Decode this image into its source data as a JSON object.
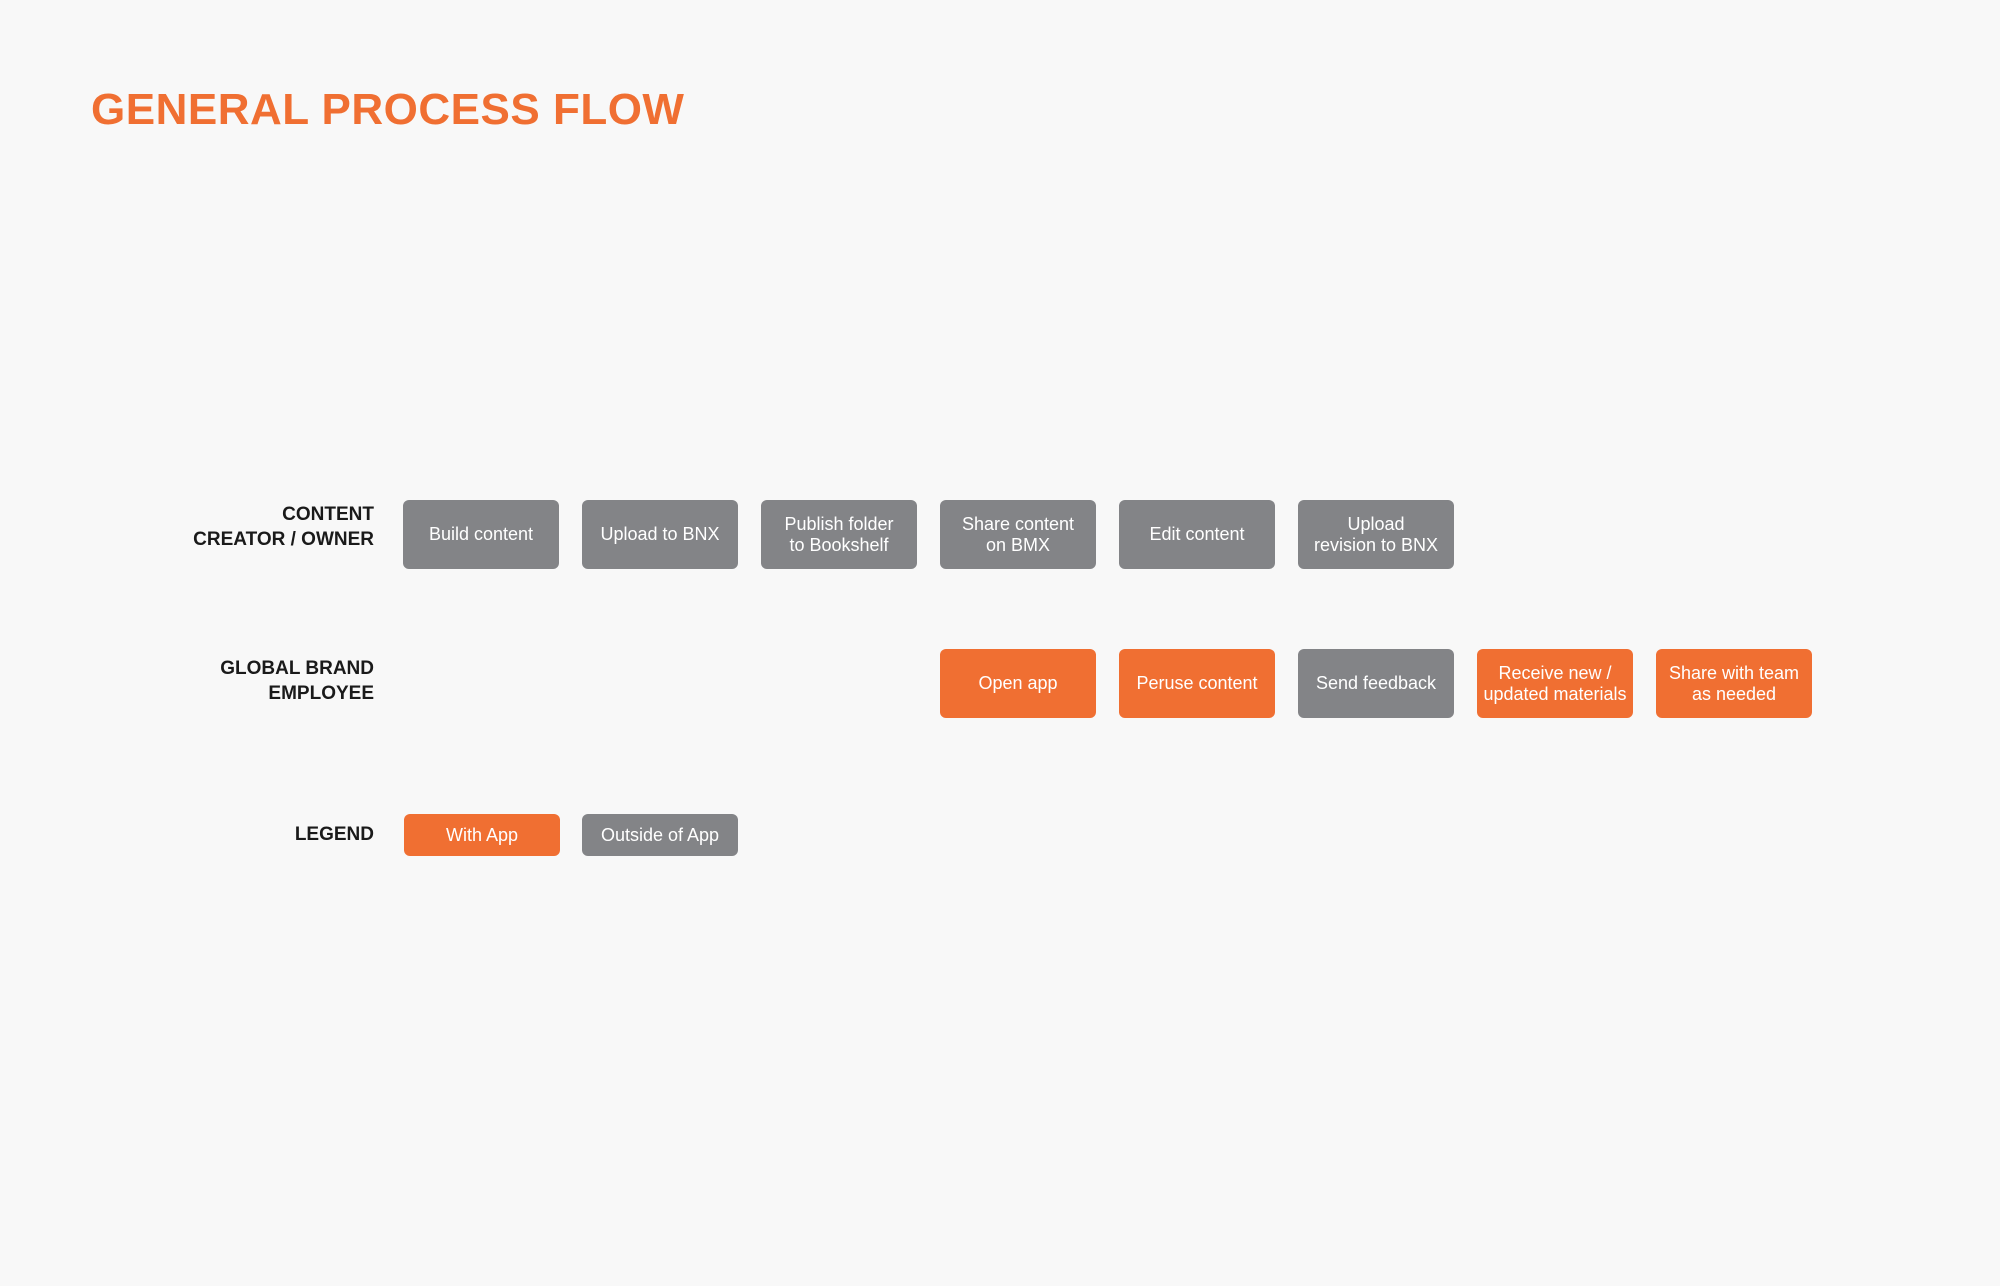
{
  "title": "GENERAL PROCESS FLOW",
  "colors": {
    "accent": "#f06f32",
    "in_app": "#f06f32",
    "outside_app": "#838487",
    "background": "#f8f8f8",
    "label_text": "#1a1a1a"
  },
  "lanes": {
    "creator": {
      "label": "CONTENT\nCREATOR / OWNER",
      "steps": [
        {
          "text": "Build content",
          "kind": "outside"
        },
        {
          "text": "Upload to BNX",
          "kind": "outside"
        },
        {
          "text": "Publish folder\nto Bookshelf",
          "kind": "outside"
        },
        {
          "text": "Share content\non BMX",
          "kind": "outside"
        },
        {
          "text": "Edit content",
          "kind": "outside"
        },
        {
          "text": "Upload\nrevision to BNX",
          "kind": "outside"
        }
      ]
    },
    "employee": {
      "label": "GLOBAL BRAND\nEMPLOYEE",
      "steps": [
        {
          "text": "Open app",
          "kind": "in_app"
        },
        {
          "text": "Peruse content",
          "kind": "in_app"
        },
        {
          "text": "Send feedback",
          "kind": "outside"
        },
        {
          "text": "Receive new /\nupdated materials",
          "kind": "in_app"
        },
        {
          "text": "Share with team\nas needed",
          "kind": "in_app"
        }
      ]
    }
  },
  "legend": {
    "label": "LEGEND",
    "items": [
      {
        "text": "With App",
        "kind": "in_app"
      },
      {
        "text": "Outside of App",
        "kind": "outside"
      }
    ]
  }
}
